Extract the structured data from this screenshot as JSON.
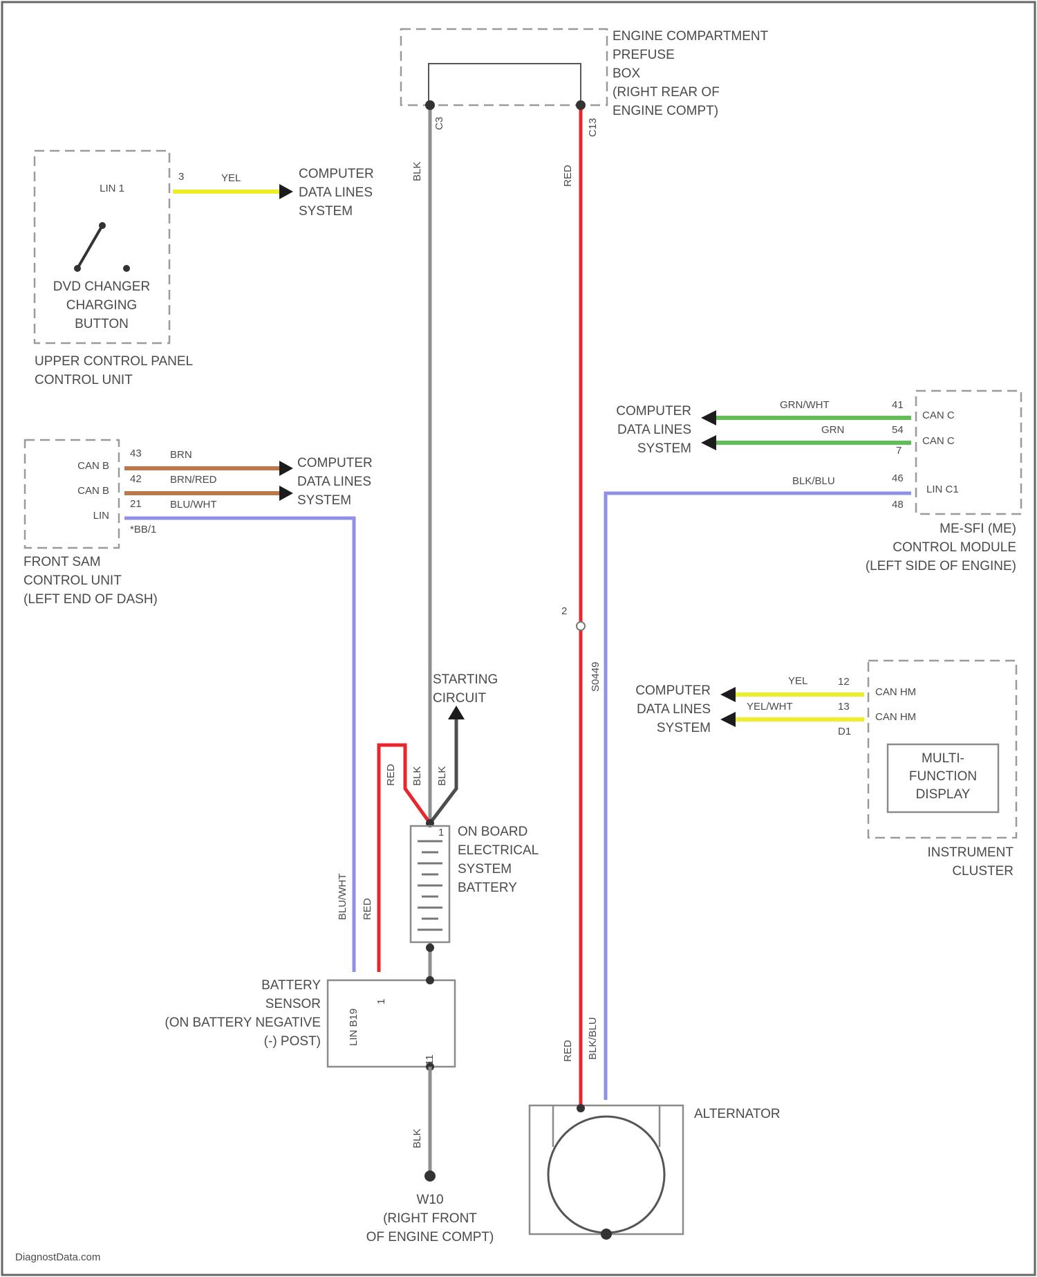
{
  "components": {
    "prefuse_box": [
      "ENGINE COMPARTMENT",
      "PREFUSE",
      "BOX",
      "(RIGHT REAR OF",
      "ENGINE COMPT)"
    ],
    "upper_control_panel": [
      "UPPER CONTROL PANEL",
      "CONTROL UNIT"
    ],
    "dvd_button": [
      "DVD CHANGER",
      "CHARGING",
      "BUTTON"
    ],
    "front_sam": [
      "FRONT SAM",
      "CONTROL UNIT",
      "(LEFT END OF DASH)"
    ],
    "me_sfi_module": [
      "ME-SFI (ME)",
      "CONTROL MODULE",
      "(LEFT SIDE OF ENGINE)"
    ],
    "instrument_cluster": [
      "INSTRUMENT",
      "CLUSTER"
    ],
    "multifunction_display": [
      "MULTI-",
      "FUNCTION",
      "DISPLAY"
    ],
    "battery": [
      "ON BOARD",
      "ELECTRICAL",
      "SYSTEM",
      "BATTERY"
    ],
    "battery_sensor": [
      "BATTERY",
      "SENSOR",
      "(ON BATTERY NEGATIVE",
      "(-) POST)"
    ],
    "ground": [
      "W10",
      "(RIGHT FRONT",
      "OF ENGINE COMPT)"
    ],
    "alternator": "ALTERNATOR",
    "starting_circuit": [
      "STARTING",
      "CIRCUIT"
    ],
    "computer_data_lines": [
      "COMPUTER",
      "DATA LINES",
      "SYSTEM"
    ]
  },
  "pins": {
    "prefuse_left": "C3",
    "prefuse_right": "C13",
    "lin1_label": "LIN 1",
    "lin1_pin": "3",
    "sam_can_b_1": "CAN B",
    "sam_can_b_2": "CAN B",
    "sam_lin": "LIN",
    "sam_pin_1": "43",
    "sam_pin_2": "42",
    "sam_pin_3": "21",
    "sam_pin_4": "*BB/1",
    "me_can_c_1": "CAN C",
    "me_can_c_2": "CAN C",
    "me_lin_c1": "LIN C1",
    "me_pin_1": "41",
    "me_pin_2": "54",
    "me_pin_3": "7",
    "me_pin_4": "46",
    "me_pin_5": "48",
    "ic_can_hm_1": "CAN HM",
    "ic_can_hm_2": "CAN HM",
    "ic_pin_1": "12",
    "ic_pin_2": "13",
    "ic_pin_3": "D1",
    "battery_pin": "1",
    "sensor_lin": "LIN B19",
    "sensor_pin_1": "1",
    "sensor_pin_2": "11",
    "splice": "S0449",
    "splice_pin": "2"
  },
  "wires": {
    "blk": "BLK",
    "red": "RED",
    "yel": "YEL",
    "brn": "BRN",
    "brn_red": "BRN/RED",
    "blu_wht": "BLU/WHT",
    "grn_wht": "GRN/WHT",
    "grn": "GRN",
    "blk_blu": "BLK/BLU",
    "yel_wht": "YEL/WHT"
  },
  "colors": {
    "gray": "#8f8f8f",
    "red": "#e8272c",
    "yellow": "#eded2a",
    "brown": "#b9794d",
    "blue": "#9090e6",
    "green": "#5fbf52",
    "dark": "#4d4d4d"
  },
  "icons": [
    "arrow-head-icon",
    "switch-icon",
    "battery-cells-icon",
    "alternator-icon",
    "ground-icon"
  ],
  "footer": "DiagnostData.com"
}
